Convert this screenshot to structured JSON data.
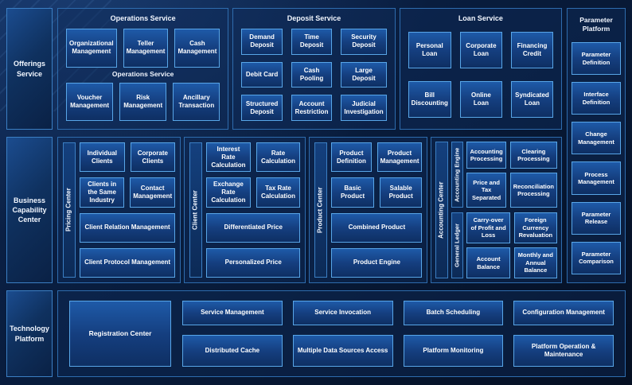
{
  "rail": {
    "offerings": "Offerings Service",
    "business": "Business Capability Center",
    "technology": "Technology Platform"
  },
  "offerings": {
    "operations": {
      "title": "Operations Service",
      "subtitle": "Operations Service",
      "row1": [
        "Organizational Management",
        "Teller Management",
        "Cash Management"
      ],
      "row2": [
        "Voucher Management",
        "Risk Management",
        "Ancillary Transaction"
      ]
    },
    "deposit": {
      "title": "Deposit Service",
      "items": [
        "Demand Deposit",
        "Time Deposit",
        "Security Deposit",
        "Debit Card",
        "Cash Pooling",
        "Large Deposit",
        "Structured Deposit",
        "Account Restriction",
        "Judicial Investigation"
      ]
    },
    "loan": {
      "title": "Loan Service",
      "items": [
        "Personal Loan",
        "Corporate Loan",
        "Financing Credit",
        "Bill Discounting",
        "Online Loan",
        "Syndicated Loan"
      ]
    }
  },
  "capability": {
    "pricing": {
      "label": "Pricing Center",
      "row1": [
        "Individual Clients",
        "Corporate Clients"
      ],
      "row2": [
        "Clients in the Same Industry",
        "Contact Management"
      ],
      "full1": "Client Relation Management",
      "full2": "Client Protocol Management"
    },
    "client": {
      "label": "Client Center",
      "row1": [
        "Interest Rate Calculation",
        "Rate Calculation"
      ],
      "row2": [
        "Exchange Rate Calculation",
        "Tax Rate Calculation"
      ],
      "full1": "Differentiated Price",
      "full2": "Personalized Price"
    },
    "product": {
      "label": "Product Center",
      "row1": [
        "Product Definition",
        "Product Management"
      ],
      "row2": [
        "Basic Product",
        "Salable Product"
      ],
      "full1": "Combined Product",
      "full2": "Product Engine"
    },
    "accounting": {
      "label": "Accounting Center",
      "engine": {
        "label": "Accounting Engine",
        "items": [
          "Accounting Processing",
          "Clearing Processing",
          "Price and Tax Separated",
          "Reconciliation Processing"
        ]
      },
      "ledger": {
        "label": "General Ledger",
        "items": [
          "Carry-over of Profit and Loss",
          "Foreign Currency Revaluation",
          "Account Balance",
          "Monthly and Annual Balance"
        ]
      }
    }
  },
  "technology": {
    "registration": "Registration Center",
    "items": [
      "Service Management",
      "Service Invocation",
      "Batch Scheduling",
      "Configuration Management",
      "Distributed Cache",
      "Multiple Data Sources Access",
      "Platform Monitoring",
      "Platform Operation & Maintenance"
    ]
  },
  "parameter": {
    "title": "Parameter Platform",
    "items": [
      "Parameter Definition",
      "Interface Definition",
      "Change Management",
      "Process Management",
      "Parameter Release",
      "Parameter Comparison"
    ]
  }
}
